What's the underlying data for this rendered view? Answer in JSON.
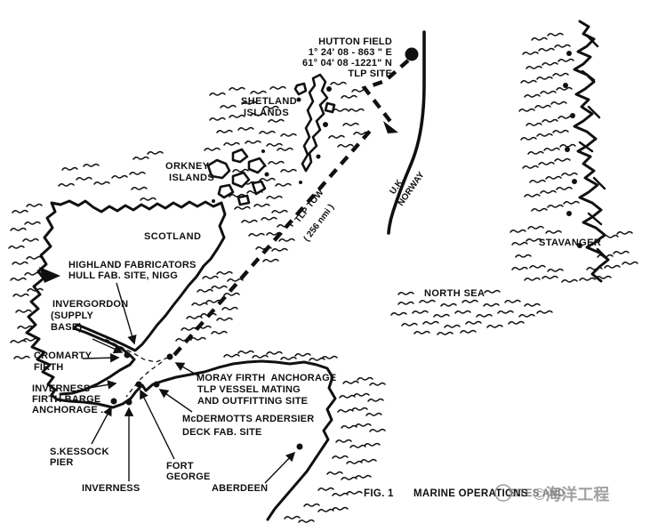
{
  "figure": {
    "hutton": {
      "name": "HUTTON FIELD",
      "coord_e": "1° 24' 08 - 863 \" E",
      "coord_n": "61° 04' 08 -1221\" N",
      "site": "TLP SITE"
    },
    "sea_labels": {
      "shetland_1": "SHETLAND",
      "shetland_2": "ISLANDS",
      "orkney_1": "ORKNEY",
      "orkney_2": "ISLANDS",
      "scotland": "SCOTLAND",
      "north_sea": "NORTH SEA",
      "stavanger": "STAVANGER",
      "uk": "U.K.",
      "norway": "NORWAY"
    },
    "route": {
      "name": "TLP TOW",
      "distance": "( 256 nmi )"
    },
    "sites": {
      "highland_1": "HIGHLAND FABRICATORS",
      "highland_2": "HULL FAB. SITE, NIGG",
      "invergordon_1": "INVERGORDON",
      "invergordon_2": "(SUPPLY",
      "invergordon_3": "BASE)",
      "cromarty_1": "CROMARTY",
      "cromarty_2": "FIRTH",
      "inverness_firth_1": "INVERNESS",
      "inverness_firth_2": "FIRTH BARGE",
      "inverness_firth_3": "ANCHORAGE .",
      "skessock_1": "S.KESSOCK",
      "skessock_2": "PIER",
      "inverness_city": "INVERNESS",
      "fort_george_1": "FORT",
      "fort_george_2": "GEORGE",
      "mcdermotts_1": "McDERMOTTS ARDERSIER",
      "mcdermotts_2": "DECK FAB. SITE",
      "moray_1": "MORAY FIRTH  ANCHORAGE",
      "moray_2": "TLP VESSEL MATING",
      "moray_3": "AND OUTFITTING SITE",
      "aberdeen": "ABERDEEN"
    },
    "caption": {
      "fig": "FIG. 1",
      "title": "MARINE OPERATIONS",
      "faded": "SITES AND",
      "watermark": "©海洋工程"
    },
    "colors": {
      "ink": "#101010",
      "paper": "#ffffff",
      "watermark_gray": "#8a8a8a"
    }
  }
}
